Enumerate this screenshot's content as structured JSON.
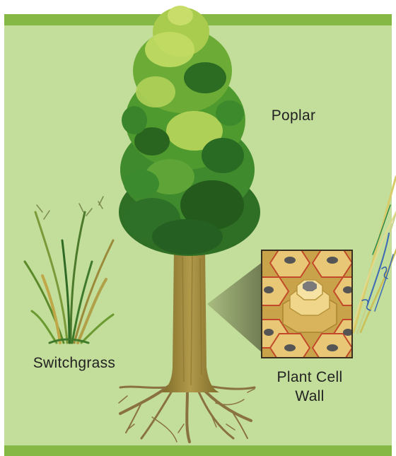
{
  "labels": {
    "poplar": "Poplar",
    "switchgrass": "Switchgrass",
    "cell_wall_line1": "Plant Cell",
    "cell_wall_line2": "Wall"
  },
  "colors": {
    "background": "#c3dd9a",
    "band": "#86b845",
    "foliage_dark": "#2f7d2a",
    "foliage_mid": "#4a9a2e",
    "foliage_light": "#b9d65a",
    "trunk": "#a08a3a",
    "root": "#8a7240",
    "cell_fill": "#e8c877",
    "cell_border": "#c24a2a"
  },
  "icons": [
    "poplar-tree-illustration",
    "switchgrass-illustration",
    "cell-wall-zoom-illustration",
    "fiber-strands-illustration"
  ]
}
